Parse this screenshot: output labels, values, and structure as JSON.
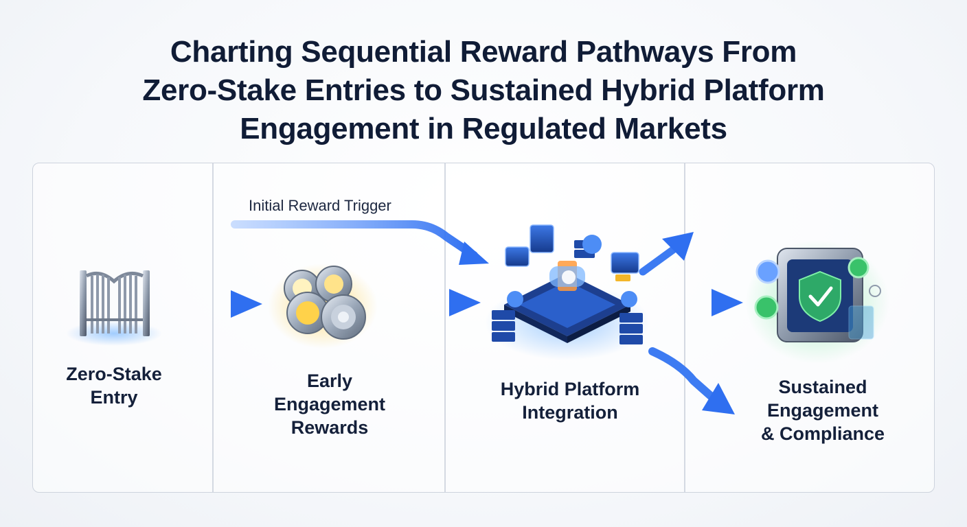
{
  "title": {
    "line1": "Charting Sequential Reward Pathways From",
    "line2": "Zero-Stake Entries to Sustained Hybrid Platform",
    "line3": "Engagement in Regulated Markets"
  },
  "annotation": "Initial Reward Trigger",
  "stages": [
    {
      "line1": "Zero-Stake",
      "line2": "Entry",
      "icon": "gate-icon"
    },
    {
      "line1": "Early",
      "line2": "Engagement",
      "line3": "Rewards",
      "icon": "coins-icon"
    },
    {
      "line1": "Hybrid Platform",
      "line2": "Integration",
      "icon": "platform-icon"
    },
    {
      "line1": "Sustained",
      "line2": "Engagement",
      "line3": "& Compliance",
      "icon": "shield-vault-icon"
    }
  ],
  "colors": {
    "accent": "#2f6ff0",
    "text": "#101c36",
    "border": "#cdd3dd",
    "gold": "#f3b62a",
    "green": "#39c26a"
  }
}
